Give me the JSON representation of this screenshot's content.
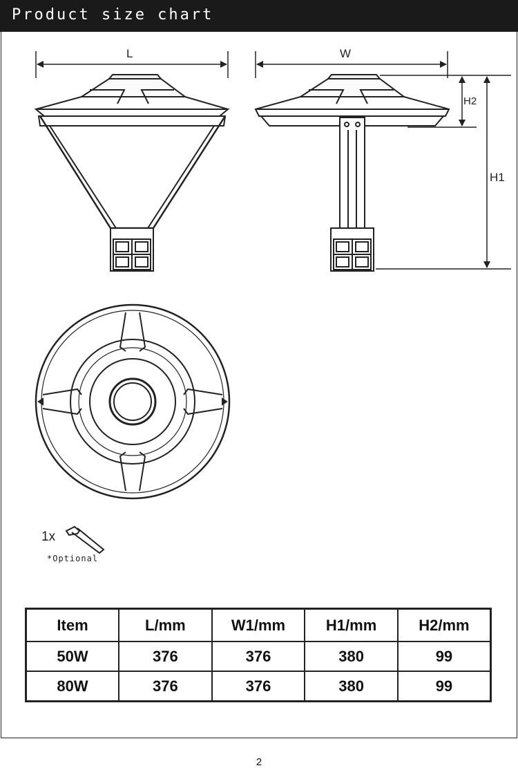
{
  "header": {
    "title": "Product size chart"
  },
  "dimensions": {
    "length": "L",
    "width": "W",
    "height_total": "H1",
    "height_head": "H2"
  },
  "accessory": {
    "quantity": "1x",
    "note": "*Optional",
    "icon": "allen-key-icon"
  },
  "table": {
    "columns": [
      "Item",
      "L/mm",
      "W1/mm",
      "H1/mm",
      "H2/mm"
    ],
    "rows": [
      [
        "50W",
        "376",
        "376",
        "380",
        "99"
      ],
      [
        "80W",
        "376",
        "376",
        "380",
        "99"
      ]
    ]
  },
  "footer": {
    "page_number": "2"
  }
}
